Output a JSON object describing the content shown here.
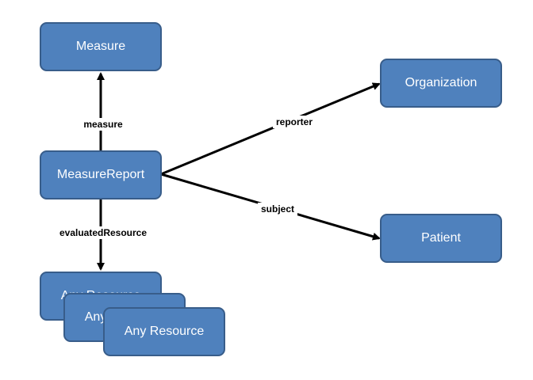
{
  "nodes": {
    "measure": "Measure",
    "measure_report": "MeasureReport",
    "organization": "Organization",
    "patient": "Patient",
    "any_resource_1": "Any Resource",
    "any_resource_2": "Any Resource",
    "any_resource_3": "Any Resource"
  },
  "edges": {
    "measure": "measure",
    "reporter": "reporter",
    "subject": "subject",
    "evaluated_resource": "evaluatedResource"
  },
  "colors": {
    "node_fill": "#4f81bd",
    "node_border": "#385d8a",
    "node_text": "#ffffff",
    "edge": "#000000"
  }
}
